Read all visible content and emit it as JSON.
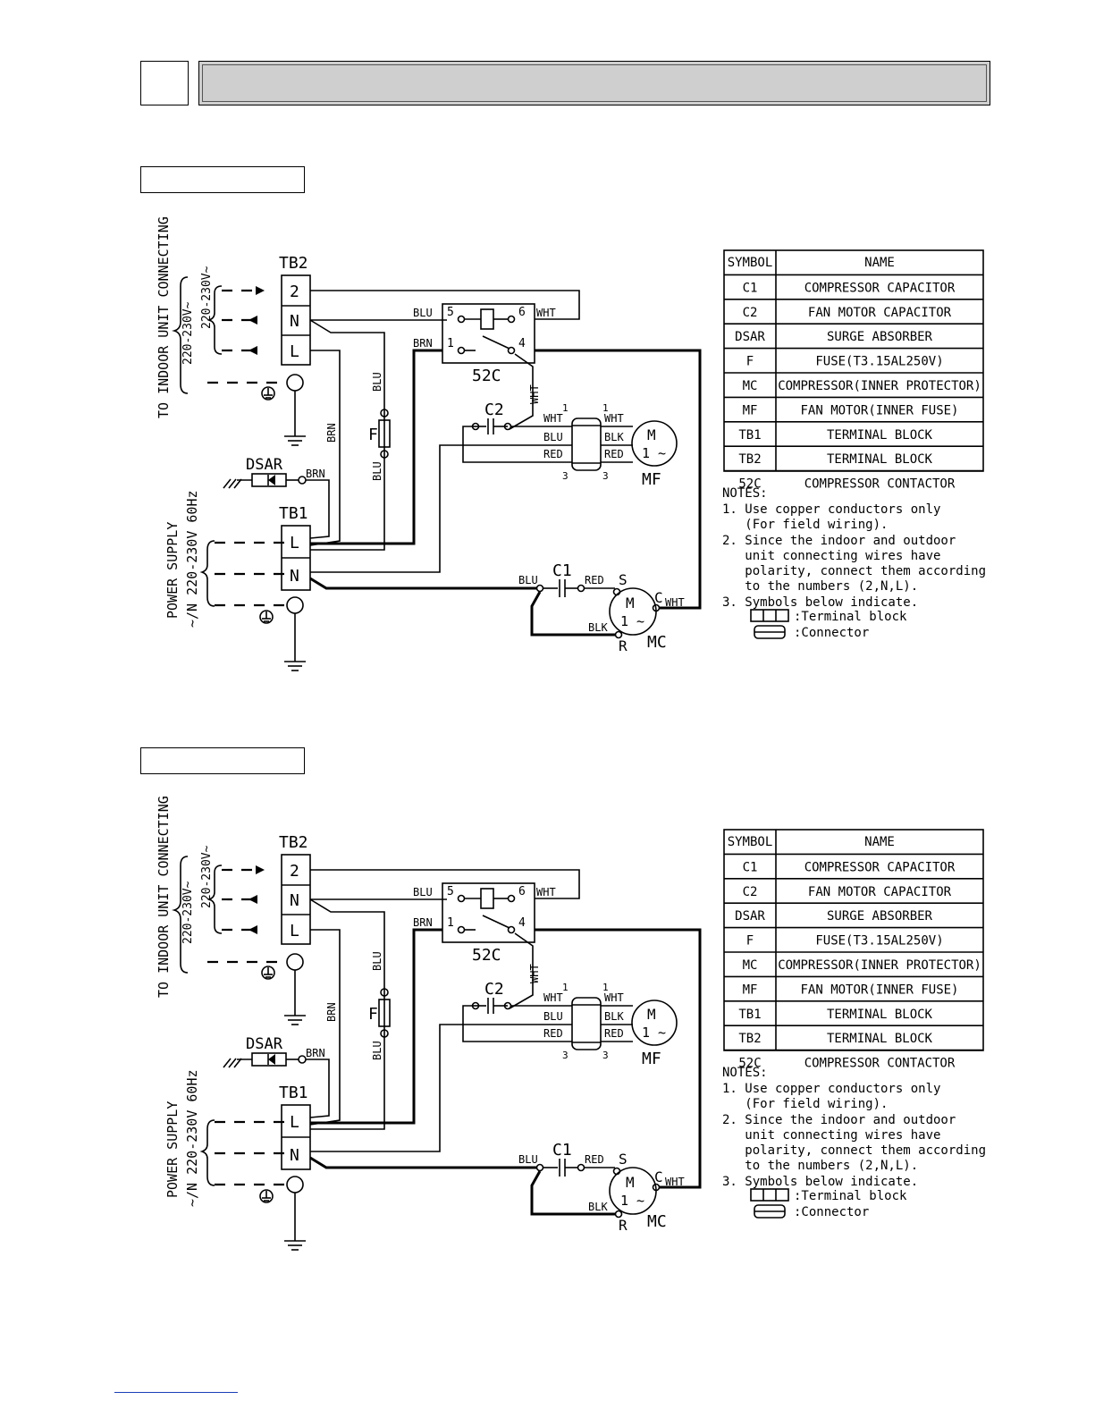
{
  "diagrams": [
    {
      "labels": {
        "tb2": "TB2",
        "tb1": "TB1",
        "tb2_t1": "2",
        "tb2_t2": "N",
        "tb2_t3": "L",
        "tb1_t1": "L",
        "tb1_t2": "N",
        "indoor": "TO INDOOR UNIT CONNECTING",
        "v1": "220-230V~",
        "v2": "220-230V~",
        "power1": "POWER SUPPLY",
        "power2": "~/N 220-230V 60Hz",
        "dsar": "DSAR",
        "f": "F",
        "c1": "C1",
        "c2": "C2",
        "c52": "52C",
        "mf": "MF",
        "mc": "MC",
        "m": "M",
        "one": "1 ~",
        "s": "S",
        "c": "C",
        "r": "R",
        "blu": "BLU",
        "brn": "BRN",
        "wht": "WHT",
        "red": "RED",
        "blk": "BLK",
        "n1": "1",
        "n3": "3",
        "n4": "4",
        "n5": "5",
        "n6": "6"
      },
      "table": {
        "headers": [
          "SYMBOL",
          "NAME"
        ],
        "rows": [
          [
            "C1",
            "COMPRESSOR CAPACITOR"
          ],
          [
            "C2",
            "FAN MOTOR CAPACITOR"
          ],
          [
            "DSAR",
            "SURGE ABSORBER"
          ],
          [
            "F",
            "FUSE(T3.15AL250V)"
          ],
          [
            "MC",
            "COMPRESSOR(INNER PROTECTOR)"
          ],
          [
            "MF",
            "FAN MOTOR(INNER FUSE)"
          ],
          [
            "TB1",
            "TERMINAL BLOCK"
          ],
          [
            "TB2",
            "TERMINAL BLOCK"
          ],
          [
            "52C",
            "COMPRESSOR CONTACTOR"
          ]
        ]
      },
      "notes": [
        "NOTES:",
        "1. Use copper conductors only",
        "   (For field wiring).",
        "2. Since the indoor and outdoor",
        "   unit connecting wires have",
        "   polarity, connect them according",
        "   to the numbers (2,N,L).",
        "3. Symbols below indicate.",
        ":Terminal block",
        ":Connector"
      ]
    },
    {
      "labels": {
        "tb2": "TB2",
        "tb1": "TB1",
        "tb2_t1": "2",
        "tb2_t2": "N",
        "tb2_t3": "L",
        "tb1_t1": "L",
        "tb1_t2": "N",
        "indoor": "TO INDOOR UNIT CONNECTING",
        "v1": "220-230V~",
        "v2": "220-230V~",
        "power1": "POWER SUPPLY",
        "power2": "~/N 220-230V 60Hz",
        "dsar": "DSAR",
        "f": "F",
        "c1": "C1",
        "c2": "C2",
        "c52": "52C",
        "mf": "MF",
        "mc": "MC",
        "m": "M",
        "one": "1 ~",
        "s": "S",
        "c": "C",
        "r": "R",
        "blu": "BLU",
        "brn": "BRN",
        "wht": "WHT",
        "red": "RED",
        "blk": "BLK",
        "n1": "1",
        "n3": "3",
        "n4": "4",
        "n5": "5",
        "n6": "6"
      },
      "table": {
        "headers": [
          "SYMBOL",
          "NAME"
        ],
        "rows": [
          [
            "C1",
            "COMPRESSOR CAPACITOR"
          ],
          [
            "C2",
            "FAN MOTOR CAPACITOR"
          ],
          [
            "DSAR",
            "SURGE ABSORBER"
          ],
          [
            "F",
            "FUSE(T3.15AL250V)"
          ],
          [
            "MC",
            "COMPRESSOR(INNER PROTECTOR)"
          ],
          [
            "MF",
            "FAN MOTOR(INNER FUSE)"
          ],
          [
            "TB1",
            "TERMINAL BLOCK"
          ],
          [
            "TB2",
            "TERMINAL BLOCK"
          ],
          [
            "52C",
            "COMPRESSOR CONTACTOR"
          ]
        ]
      },
      "notes": [
        "NOTES:",
        "1. Use copper conductors only",
        "   (For field wiring).",
        "2. Since the indoor and outdoor",
        "   unit connecting wires have",
        "   polarity, connect them according",
        "   to the numbers (2,N,L).",
        "3. Symbols below indicate.",
        ":Terminal block",
        ":Connector"
      ]
    }
  ]
}
